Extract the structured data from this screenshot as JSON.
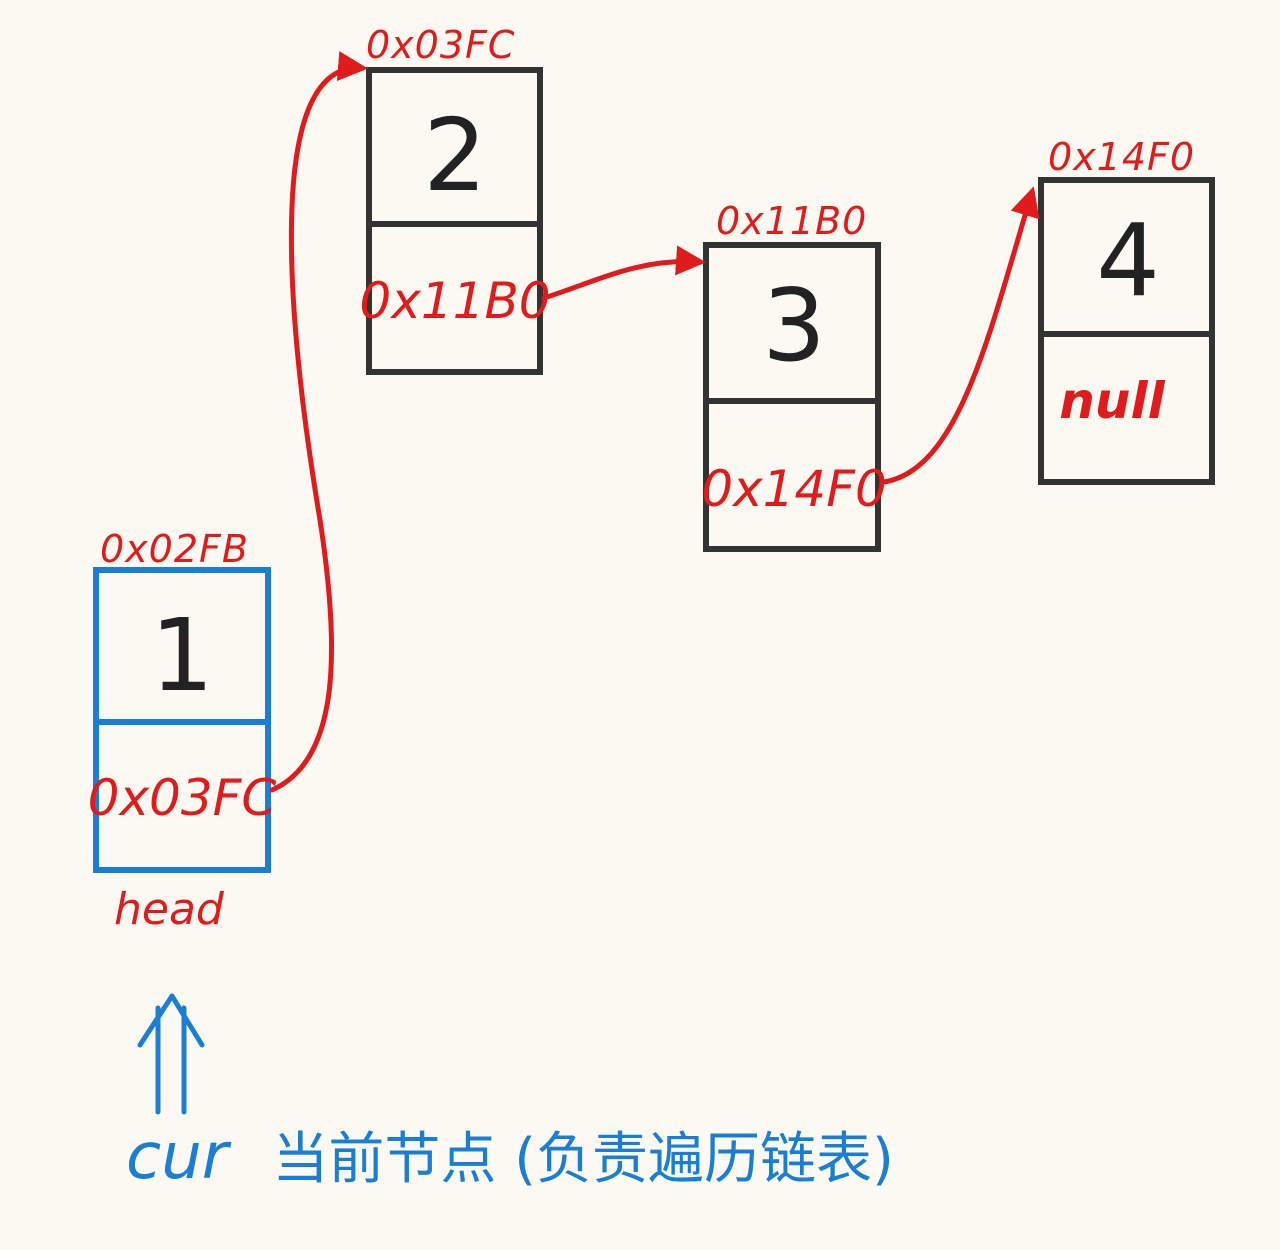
{
  "colors": {
    "background": "#fcf9f3",
    "node_border": "#333333",
    "head_border": "#1a7fd4",
    "pointer": "#e01b1b",
    "cursor": "#1a7fd4"
  },
  "nodes": [
    {
      "address": "0x02FB",
      "value": "1",
      "next": "0x03FC"
    },
    {
      "address": "0x03FC",
      "value": "2",
      "next": "0x11B0"
    },
    {
      "address": "0x11B0",
      "value": "3",
      "next": "0x14F0"
    },
    {
      "address": "0x14F0",
      "value": "4",
      "next": "null"
    }
  ],
  "head_label": "head",
  "cursor": {
    "arrow_icon": "double-up-arrow-icon",
    "label": "cur",
    "description": "当前节点 (负责遍历链表)"
  }
}
